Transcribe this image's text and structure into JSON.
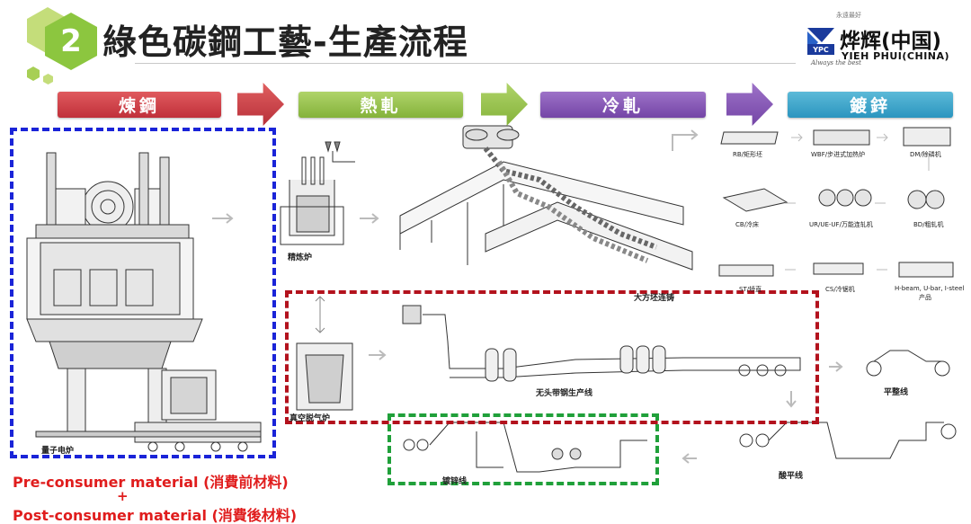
{
  "header": {
    "number": "2",
    "title": "綠色碳鋼工藝-生產流程"
  },
  "logo": {
    "small_text": "永遠最好",
    "cn_name": "烨辉(中国)",
    "en_name": "YIEH PHUI(CHINA)",
    "tagline": "Always the best",
    "mark_text": "YPC"
  },
  "stages": [
    {
      "label": "煉鋼",
      "color": "#c0303a"
    },
    {
      "label": "熱軋",
      "color": "#84b23a"
    },
    {
      "label": "冷軋",
      "color": "#7445a6"
    },
    {
      "label": "鍍鋅",
      "color": "#2b95bf"
    }
  ],
  "labels": {
    "quantum_furnace": "量子电炉",
    "refining_furnace": "精炼炉",
    "caster": "大方坯连铸",
    "vacuum_degasser": "真空脱气炉",
    "endless_strip": "无头带钢生产线",
    "flattening_line": "平整线",
    "pickling_line": "酸平线",
    "galvanizing_line": "镀锌线",
    "rb": "RB/矩形坯",
    "wbf": "WBF/步进式加热炉",
    "dm": "DM/除磷机",
    "bd": "BD/粗轧机",
    "ur": "UR/UE-UF/万能连轧机",
    "cb": "CB/冷床",
    "st": "ST/矫直",
    "cs": "CS/冷锯机",
    "product_line1": "H-beam, U-bar, I-steel",
    "product_line2": "产品"
  },
  "materials": {
    "pre": "Pre-consumer material (消費前材料)",
    "plus": "+",
    "post": "Post-consumer material (消費後材料)"
  },
  "frame_colors": {
    "blue": "#1a24d8",
    "red": "#b3121d",
    "green": "#20a03a"
  }
}
